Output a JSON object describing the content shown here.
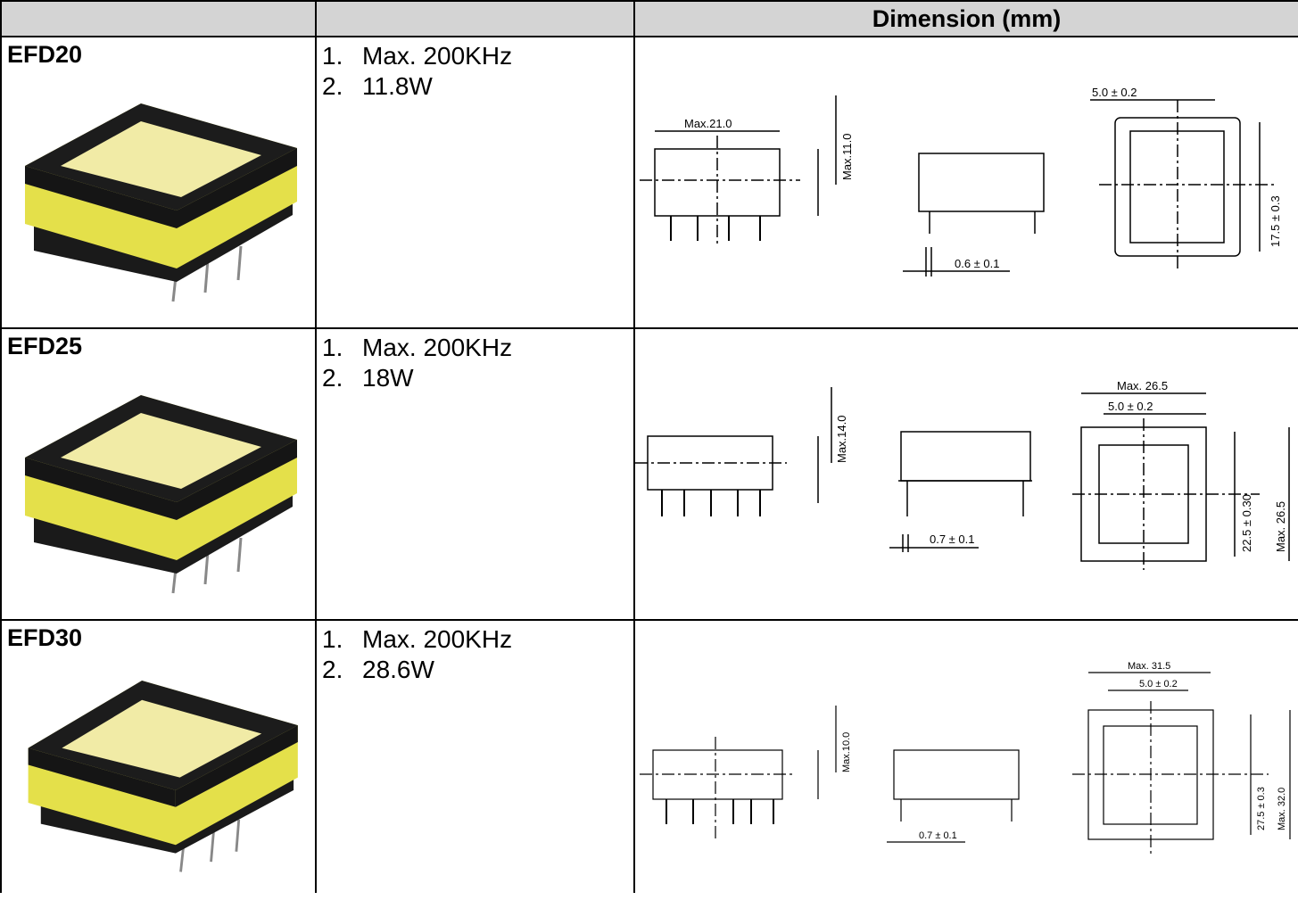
{
  "header": {
    "col1": "",
    "col2": "",
    "col3": "Dimension (mm)"
  },
  "rows": [
    {
      "model": "EFD20",
      "specs": [
        {
          "num": "1.",
          "text": "Max. 200KHz"
        },
        {
          "num": "2.",
          "text": "11.8W"
        }
      ],
      "dims": {
        "width": "Max.21.0",
        "height": "Max.11.0",
        "pin": "0.6 ± 0.1",
        "pitch": "5.0 ± 0.2",
        "span": "17.5 ± 0.3"
      }
    },
    {
      "model": "EFD25",
      "specs": [
        {
          "num": "1.",
          "text": "Max. 200KHz"
        },
        {
          "num": "2.",
          "text": "18W"
        }
      ],
      "dims": {
        "height": "Max.14.0",
        "pin": "0.7 ± 0.1",
        "top_width": "Max. 26.5",
        "pitch": "5.0 ± 0.2",
        "span": "22.5 ± 0.30",
        "overall": "Max. 26.5"
      }
    },
    {
      "model": "EFD30",
      "specs": [
        {
          "num": "1.",
          "text": "Max. 200KHz"
        },
        {
          "num": "2.",
          "text": "28.6W"
        }
      ],
      "dims": {
        "height": "Max.10.0",
        "pin": "0.7 ± 0.1",
        "top_width": "Max. 31.5",
        "pitch": "5.0 ± 0.2",
        "span": "27.5 ± 0.3",
        "overall": "Max. 32.0"
      }
    }
  ]
}
